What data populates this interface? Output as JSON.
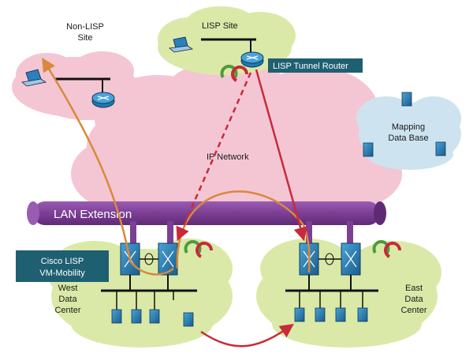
{
  "labels": {
    "non_lisp_site_line1": "Non-LISP",
    "non_lisp_site_line2": "Site",
    "lisp_site": "LISP Site",
    "lisp_tunnel_router": "LISP Tunnel Router",
    "mapping_db_line1": "Mapping",
    "mapping_db_line2": "Data Base",
    "ip_network": "IP Network",
    "lan_extension": "LAN Extension",
    "cisco_lisp_line1": "Cisco LISP",
    "cisco_lisp_line2": "VM-Mobility",
    "west_dc_line1": "West",
    "west_dc_line2": "Data",
    "west_dc_line3": "Center",
    "east_dc_line1": "East",
    "east_dc_line2": "Data",
    "east_dc_line3": "Center"
  },
  "colors": {
    "pink_cloud": "#f4c6d3",
    "green_cloud": "#dbe9a8",
    "blue_cloud": "#cde3ef",
    "lan_bar": "#7d3f95",
    "callout": "#1f5f72",
    "orange_path": "#d8893a",
    "red_path": "#c82a3a",
    "device_blue": "#1f78b4"
  }
}
